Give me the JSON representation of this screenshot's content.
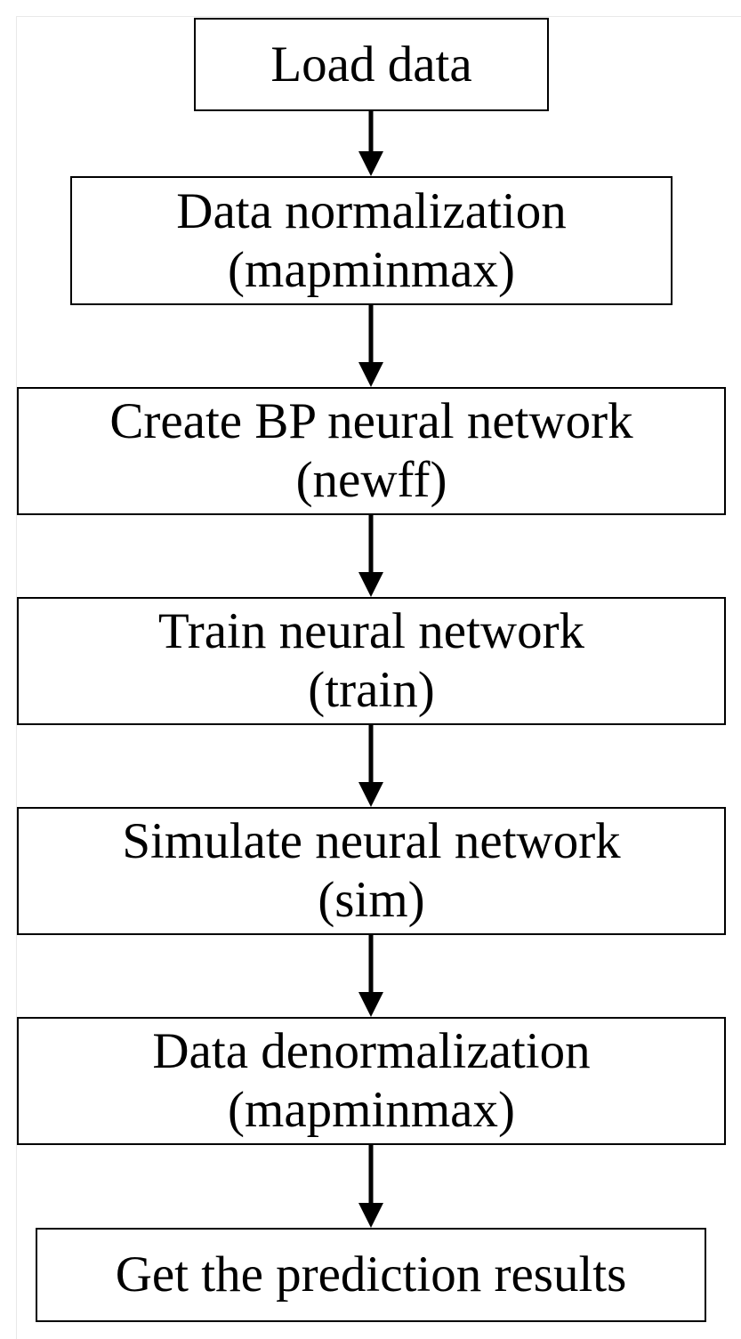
{
  "flowchart": {
    "steps": [
      {
        "line1": "Load data",
        "line2": ""
      },
      {
        "line1": "Data normalization",
        "line2": "(mapminmax)"
      },
      {
        "line1": "Create BP neural network",
        "line2": "(newff)"
      },
      {
        "line1": "Train neural network",
        "line2": "(train)"
      },
      {
        "line1": "Simulate neural network",
        "line2": "(sim)"
      },
      {
        "line1": "Data denormalization",
        "line2": "(mapminmax)"
      },
      {
        "line1": "Get the prediction results",
        "line2": ""
      }
    ]
  },
  "colors": {
    "stroke": "#000000",
    "background": "#ffffff"
  }
}
